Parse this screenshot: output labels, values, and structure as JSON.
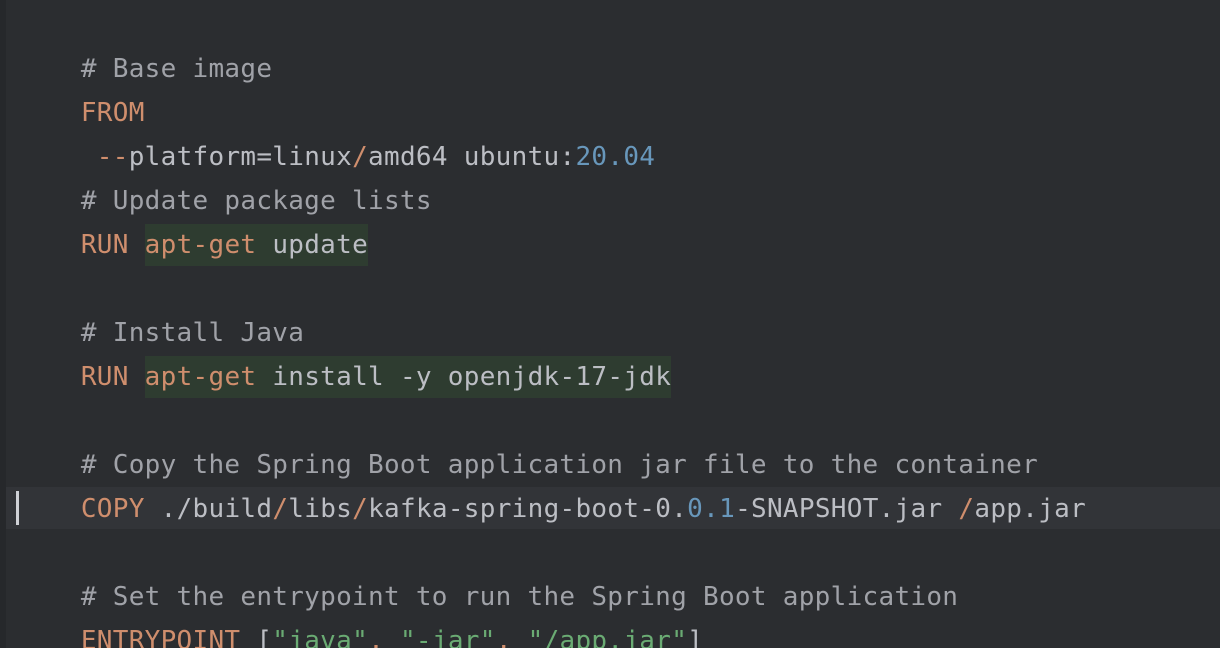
{
  "editor": {
    "lines": {
      "l1": {
        "comment": "# Base image"
      },
      "l2": {
        "keyword": "FROM",
        "opt_dashes": "--",
        "opt_name": "platform=linux",
        "slash": "/",
        "arch": "amd64 ubuntu:",
        "version": "20.04"
      },
      "l4": {
        "comment": "# Update package lists"
      },
      "l5": {
        "keyword": "RUN",
        "cmd": "apt-get",
        "args": " update"
      },
      "l7": {
        "comment": "# Install Java"
      },
      "l8": {
        "keyword": "RUN",
        "cmd": "apt-get",
        "args": " install -y openjdk-17-jdk"
      },
      "l10": {
        "comment": "# Copy the Spring Boot application jar file to the container"
      },
      "l11": {
        "keyword": "COPY",
        "p1": "./build",
        "s1": "/",
        "p2": "libs",
        "s2": "/",
        "p3": "kafka-spring-boot-0.",
        "n1": "0",
        "dot": ".",
        "n2": "1",
        "p4": "-SNAPSHOT.jar ",
        "s3": "/",
        "p5": "app.jar"
      },
      "l13": {
        "comment": "# Set the entrypoint to run the Spring Boot application"
      },
      "l14": {
        "keyword": "ENTRYPOINT",
        "open": " [",
        "a1": "\"java\"",
        "c1": ", ",
        "a2": "\"-jar\"",
        "c2": ", ",
        "a3": "\"/app.jar\"",
        "close": "]"
      }
    }
  },
  "colors": {
    "background": "#2b2d30",
    "keyword": "#cf8e6d",
    "comment": "#a0a2a8",
    "number": "#6897bb",
    "string": "#6aab73",
    "plain": "#bcbec4",
    "injection_bg": "#2e3c30",
    "current_line": "#323438"
  }
}
